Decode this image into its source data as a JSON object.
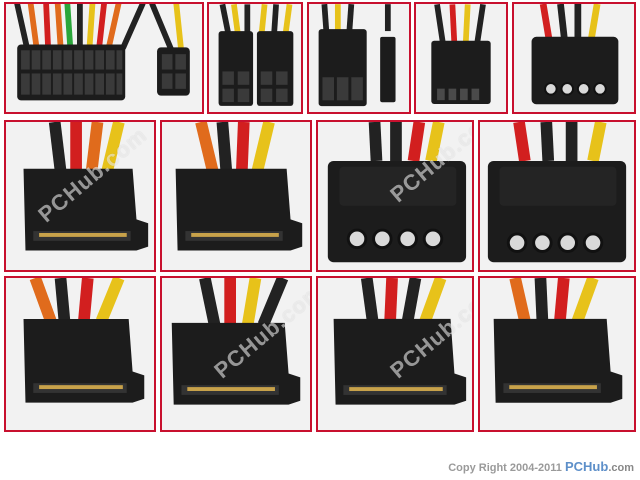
{
  "watermark": {
    "text": "PCHub.com"
  },
  "footer": {
    "copyright_label": "Copy Right 2004-2011",
    "brand_pc": "PC",
    "brand_hub": "Hub",
    "brand_tld": ".com"
  },
  "colors": {
    "frame": "#c8102e",
    "connector": "#1c1c1c",
    "wire_red": "#d21f1f",
    "wire_yellow": "#e7c21a",
    "wire_orange": "#e06b1c",
    "wire_black": "#222222",
    "wire_green": "#2aa63a"
  }
}
